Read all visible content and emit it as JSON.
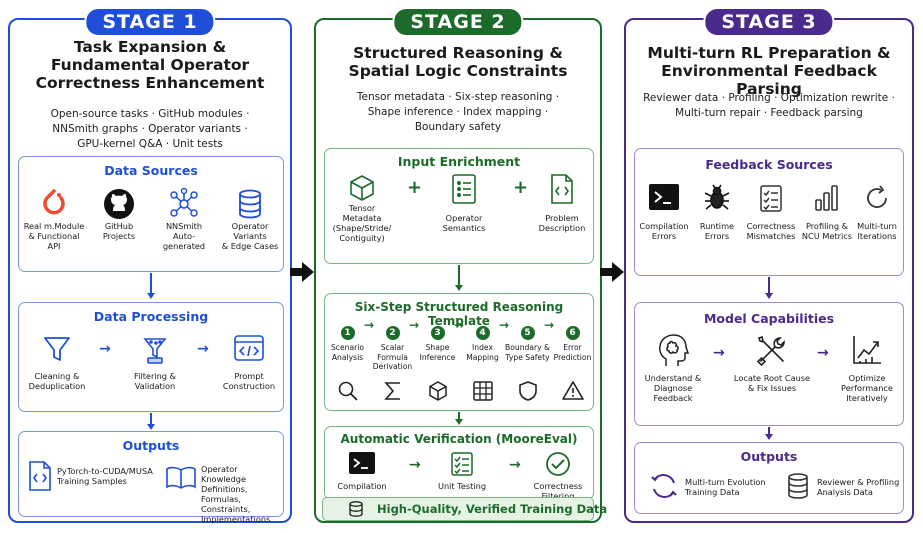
{
  "stage1": {
    "badge": "STAGE 1",
    "title_lines": [
      "Task Expansion &",
      "Fundamental Operator",
      "Correctness Enhancement"
    ],
    "subtitle_lines": [
      "Open-source tasks · GitHub modules ·",
      "NNSmith graphs · Operator variants ·",
      "GPU-kernel Q&A · Unit tests"
    ],
    "color": "#1f4fd8",
    "data_sources": {
      "title": "Data Sources",
      "items": [
        {
          "l1": "Real m.Module",
          "l2": "& Functional API",
          "icon": "pytorch-icon"
        },
        {
          "l1": "GitHub",
          "l2": "Projects",
          "icon": "github-icon"
        },
        {
          "l1": "NNSmith",
          "l2": "Auto-generated",
          "icon": "graph-icon"
        },
        {
          "l1": "Operator Variants",
          "l2": "& Edge Cases",
          "icon": "database-icon"
        }
      ]
    },
    "data_processing": {
      "title": "Data Processing",
      "items": [
        {
          "l1": "Cleaning &",
          "l2": "Deduplication",
          "icon": "funnel-icon"
        },
        {
          "l1": "Filtering &",
          "l2": "Validation",
          "icon": "flask-icon"
        },
        {
          "l1": "Prompt",
          "l2": "Construction",
          "icon": "code-window-icon"
        }
      ]
    },
    "outputs": {
      "title": "Outputs",
      "items": [
        {
          "lines": [
            "PyTorch-to-CUDA/MUSA",
            "Training Samples"
          ],
          "icon": "code-file-icon"
        },
        {
          "lines": [
            "Operator Knowledge",
            "Definitions, Formulas,",
            "Constraints, Implementations"
          ],
          "icon": "book-icon"
        }
      ]
    }
  },
  "stage2": {
    "badge": "STAGE 2",
    "title_lines": [
      "Structured Reasoning &",
      "Spatial Logic Constraints"
    ],
    "subtitle_lines": [
      "Tensor metadata · Six-step reasoning ·",
      "Shape inference · Index mapping ·",
      "Boundary safety"
    ],
    "color": "#1d6b2a",
    "input_enrichment": {
      "title": "Input Enrichment",
      "items": [
        {
          "lines": [
            "Tensor",
            "Metadata",
            "(Shape/Stride/",
            "Contiguity)"
          ],
          "icon": "cube-icon"
        },
        {
          "lines": [
            "Operator",
            "Semantics"
          ],
          "icon": "list-doc-icon"
        },
        {
          "lines": [
            "Problem",
            "Description"
          ],
          "icon": "code-doc-icon"
        }
      ],
      "plus": "+"
    },
    "reasoning": {
      "title": "Six-Step Structured Reasoning Template",
      "steps": [
        {
          "num": "1",
          "lines": [
            "Scenario",
            "Analysis"
          ],
          "icon": "magnifier-icon"
        },
        {
          "num": "2",
          "lines": [
            "Scalar",
            "Formula",
            "Derivation"
          ],
          "icon": "sigma-icon"
        },
        {
          "num": "3",
          "lines": [
            "Shape",
            "Inference"
          ],
          "icon": "cube-outline-icon"
        },
        {
          "num": "4",
          "lines": [
            "Index",
            "Mapping"
          ],
          "icon": "grid-icon"
        },
        {
          "num": "5",
          "lines": [
            "Boundary &",
            "Type Safety"
          ],
          "icon": "shield-icon"
        },
        {
          "num": "6",
          "lines": [
            "Error",
            "Prediction"
          ],
          "icon": "warning-icon"
        }
      ]
    },
    "verification": {
      "title": "Automatic Verification (MooreEval)",
      "items": [
        {
          "lines": [
            "Compilation"
          ],
          "icon": "terminal-icon"
        },
        {
          "lines": [
            "Unit Testing"
          ],
          "icon": "checklist-icon"
        },
        {
          "lines": [
            "Correctness",
            "Filtering"
          ],
          "icon": "check-circle-icon"
        }
      ]
    },
    "final": "High-Quality, Verified Training Data"
  },
  "stage3": {
    "badge": "STAGE 3",
    "title_lines": [
      "Multi-turn RL Preparation &",
      "Environmental Feedback Parsing"
    ],
    "subtitle_lines": [
      "Reviewer data · Profiling · Optimization rewrite ·",
      "Multi-turn repair · Feedback parsing"
    ],
    "color": "#4a2a8c",
    "feedback": {
      "title": "Feedback Sources",
      "items": [
        {
          "lines": [
            "Compilation",
            "Errors"
          ],
          "icon": "terminal-icon"
        },
        {
          "lines": [
            "Runtime",
            "Errors"
          ],
          "icon": "bug-icon"
        },
        {
          "lines": [
            "Correctness",
            "Mismatches"
          ],
          "icon": "checklist-icon"
        },
        {
          "lines": [
            "Profiling &",
            "NCU Metrics"
          ],
          "icon": "bar-chart-icon"
        },
        {
          "lines": [
            "Multi-turn",
            "Iterations"
          ],
          "icon": "refresh-icon"
        }
      ]
    },
    "capabilities": {
      "title": "Model Capabilities",
      "items": [
        {
          "lines": [
            "Understand &",
            "Diagnose",
            "Feedback"
          ],
          "icon": "brain-head-icon"
        },
        {
          "lines": [
            "Locate Root Cause",
            "& Fix Issues"
          ],
          "icon": "tools-icon"
        },
        {
          "lines": [
            "Optimize Performance",
            "Iteratively"
          ],
          "icon": "trend-chart-icon"
        }
      ]
    },
    "outputs": {
      "title": "Outputs",
      "items": [
        {
          "lines": [
            "Multi-turn Evolution",
            "Training Data"
          ],
          "icon": "cycle-icon"
        },
        {
          "lines": [
            "Reviewer & Profiling",
            "Analysis Data"
          ],
          "icon": "database-icon"
        }
      ]
    }
  },
  "arrow": "→"
}
